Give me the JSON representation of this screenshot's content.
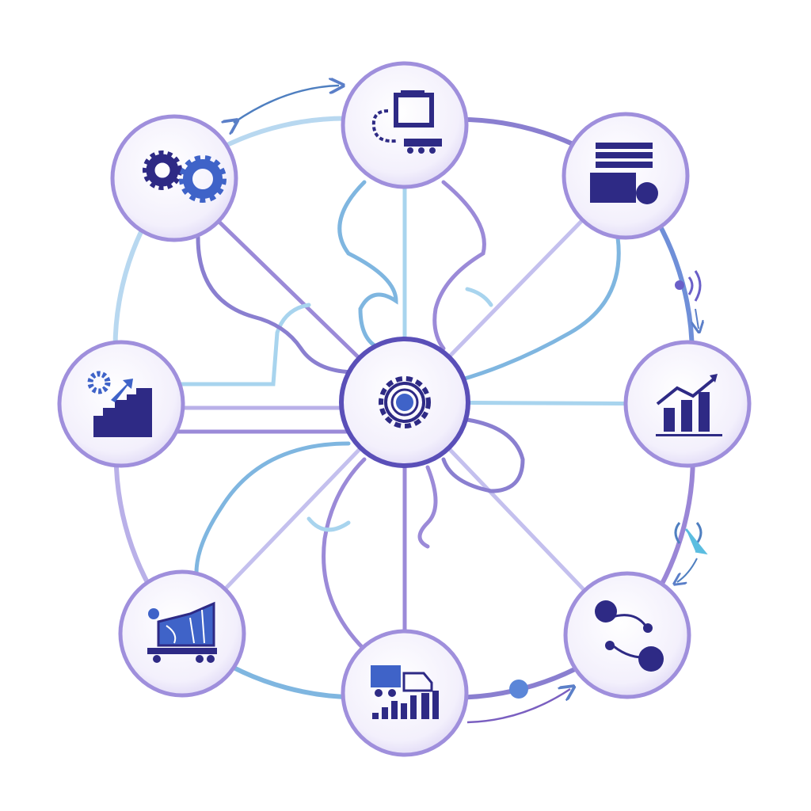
{
  "diagram": {
    "type": "hub-and-spoke network",
    "colors": {
      "ring": "#7fb6e0",
      "ring_alt": "#9a86d6",
      "spoke_light": "#a8d4ee",
      "spoke_purple": "#9b8ad8",
      "node_fill": "#f1eefb",
      "node_stroke": "#9f8fdc",
      "icon_dark": "#2e2a85",
      "icon_blue": "#3f63c8",
      "accent": "#5b86d8"
    },
    "hub": {
      "icon": "target-gear-icon"
    },
    "nodes": [
      {
        "id": "top",
        "icon": "machine-conveyor-icon"
      },
      {
        "id": "top-right",
        "icon": "server-storage-icon"
      },
      {
        "id": "right",
        "icon": "growth-chart-icon"
      },
      {
        "id": "bottom-right",
        "icon": "network-nodes-icon"
      },
      {
        "id": "bottom",
        "icon": "truck-bar-chart-icon"
      },
      {
        "id": "bottom-left",
        "icon": "logistics-truck-map-icon"
      },
      {
        "id": "left",
        "icon": "factory-gear-icon"
      },
      {
        "id": "top-left",
        "icon": "gears-icon"
      }
    ],
    "decorations": [
      "double-arrow-icon",
      "signal-icon",
      "signal-pointer-icon",
      "dot-arrow-icon"
    ]
  }
}
